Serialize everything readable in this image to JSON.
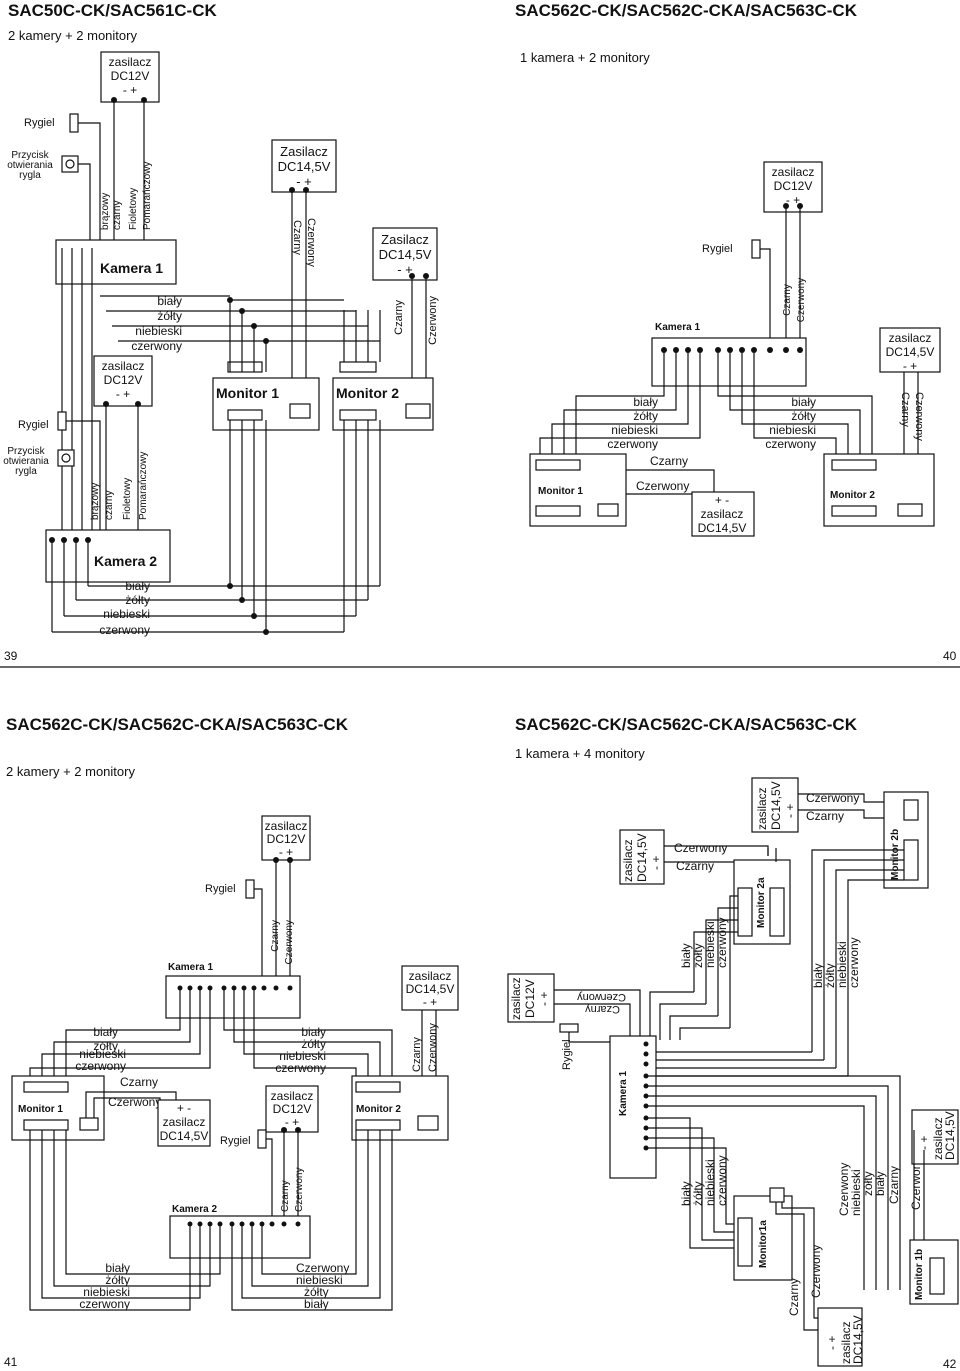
{
  "pages": {
    "p39": {
      "title": "SAC50C-CK/SAC561C-CK",
      "subtitle": "2 kamery + 2 monitory",
      "page_number": "39",
      "psu_top": [
        "zasilacz",
        "DC12V",
        "- +"
      ],
      "lock_top": "Rygiel",
      "button_top": [
        "Przycisk",
        "otwierania",
        "rygla"
      ],
      "wires_top": [
        "brązowy",
        "czarny",
        "Fioletowy",
        "Pomarańczowy"
      ],
      "camera1": "Kamera 1",
      "cam1_wires": [
        "biały",
        "żółty",
        "niebieski",
        "czerwony"
      ],
      "psu_mid": [
        "zasilacz",
        "DC12V",
        "- +"
      ],
      "lock_mid": "Rygiel",
      "button_mid": [
        "Przycisk",
        "otwierania",
        "rygla"
      ],
      "wires_mid": [
        "brązowy",
        "czarny",
        "Fioletowy",
        "Pomarańczowy"
      ],
      "camera2": "Kamera 2",
      "cam2_wires": [
        "biały",
        "żółty",
        "niebieski",
        "czerwony"
      ],
      "psu_m1": [
        "Zasilacz",
        "DC14,5V",
        "- +"
      ],
      "psu_m1_wires": [
        "Czarny",
        "Czerwony"
      ],
      "monitor1": "Monitor 1",
      "psu_m2": [
        "Zasilacz",
        "DC14,5V",
        "- +"
      ],
      "psu_m2_wires": [
        "Czarny",
        "Czerwony"
      ],
      "monitor2": "Monitor 2"
    },
    "p40": {
      "title": "SAC562C-CK/SAC562C-CKA/SAC563C-CK",
      "subtitle": "1 kamera + 2 monitory",
      "page_number": "40",
      "psu_cam": [
        "zasilacz",
        "DC12V",
        "- +"
      ],
      "lock": "Rygiel",
      "camera1": "Kamera 1",
      "lock_wires": [
        "Czarny",
        "Czerwony"
      ],
      "psu_m2": [
        "zasilacz",
        "DC14,5V",
        "- +"
      ],
      "psu_m2_wires": [
        "Czarny",
        "Czerwony"
      ],
      "wires_left": [
        "biały",
        "żółty",
        "niebieski",
        "czerwony"
      ],
      "wires_right": [
        "biały",
        "żółty",
        "niebieski",
        "czerwony"
      ],
      "psu_m1_wires": [
        "Czarny",
        "Czerwony"
      ],
      "psu_m1": [
        "+ -",
        "zasilacz",
        "DC14,5V"
      ],
      "monitor1": "Monitor 1",
      "monitor2": "Monitor 2"
    },
    "p41": {
      "title": "SAC562C-CK/SAC562C-CKA/SAC563C-CK",
      "subtitle": "2 kamery + 2 monitory",
      "page_number": "41",
      "psu_cam1": [
        "zasilacz",
        "DC12V",
        "- +"
      ],
      "lock1": "Rygiel",
      "camera1": "Kamera 1",
      "lock1_wires": [
        "Czarny",
        "Czerwony"
      ],
      "psu_m2": [
        "zasilacz",
        "DC14,5V",
        "- +"
      ],
      "psu_m2_wires": [
        "Czarny",
        "Czerwony"
      ],
      "wires_left": [
        "biały",
        "żółty",
        "niebieski",
        "czerwony"
      ],
      "wires_right": [
        "biały",
        "żółty",
        "niebieski",
        "czerwony"
      ],
      "monitor1": "Monitor 1",
      "psu_m1_wires": [
        "Czarny",
        "Czerwony"
      ],
      "psu_m1": [
        "+ -",
        "zasilacz",
        "DC14,5V"
      ],
      "psu_cam2": [
        "zasilacz",
        "DC12V",
        "- +"
      ],
      "lock2": "Rygiel",
      "monitor2": "Monitor 2",
      "camera2": "Kamera 2",
      "lock2_wires": [
        "Czarny",
        "Czerwony"
      ],
      "bottom_left_wires": [
        "biały",
        "żółty",
        "niebieski",
        "czerwony"
      ],
      "bottom_right_wires": [
        "Czerwony",
        "niebieski",
        "żółty",
        "biały"
      ]
    },
    "p42": {
      "title": "SAC562C-CK/SAC562C-CKA/SAC563C-CK",
      "subtitle": "1 kamera + 4 monitory",
      "page_number": "42",
      "psu_2b": [
        "zasilacz",
        "DC14,5V",
        "- +"
      ],
      "psu_2b_wires": [
        "Czerwony",
        "Czarny"
      ],
      "monitor2b": "Monitor 2b",
      "psu_2a": [
        "zasilacz",
        "DC14,5V",
        "- +"
      ],
      "psu_2a_wires": [
        "Czerwony",
        "Czarny"
      ],
      "monitor2a": "Monitor 2a",
      "wires_2a": [
        "biały",
        "żółty",
        "niebieski",
        "czerwony"
      ],
      "wires_2b": [
        "biały",
        "żółty",
        "niebieski",
        "czerwony"
      ],
      "psu_cam": [
        "zasilacz",
        "DC12V",
        "- +"
      ],
      "lock_wires": [
        "Czerwony",
        "Czarny"
      ],
      "lock": "Rygiel",
      "camera1": "Kamera 1",
      "wires_1a": [
        "biały",
        "żółty",
        "niebieski",
        "czerwony"
      ],
      "monitor1a": "Monitor1a",
      "wires_1b": [
        "Czerwony",
        "niebieski",
        "żółty",
        "biały"
      ],
      "psu_1b_wires": [
        "Czarny",
        "Czerwony"
      ],
      "psu_1b": [
        "zasilacz",
        "DC14,5V",
        "- +"
      ],
      "monitor1b": "Monitor 1b",
      "psu_1a_wires": [
        "Czarny",
        "Czerwony"
      ],
      "psu_1a": [
        "zasilacz",
        "DC14,5V",
        "- +"
      ]
    }
  }
}
